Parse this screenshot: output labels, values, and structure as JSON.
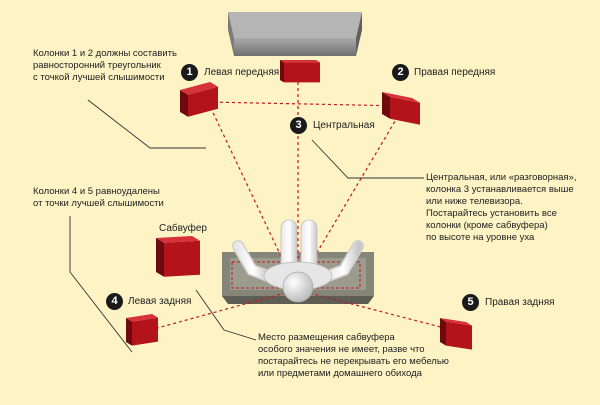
{
  "colors": {
    "background": "#fdf3c4",
    "speaker_front": "#b3141b",
    "speaker_side": "#6e0a0e",
    "speaker_top": "#d7323a",
    "tv": "#8a8a8a",
    "sofa": "#7a7a6c",
    "dashed_line": "#c0181f",
    "leader_line": "#333333"
  },
  "speakers": [
    {
      "number": "1",
      "label": "Левая передняя",
      "icon": "speaker-icon"
    },
    {
      "number": "2",
      "label": "Правая передняя",
      "icon": "speaker-icon"
    },
    {
      "number": "3",
      "label": "Центральная",
      "icon": "speaker-icon"
    },
    {
      "number": "4",
      "label": "Левая задняя",
      "icon": "speaker-icon"
    },
    {
      "number": "5",
      "label": "Правая задняя",
      "icon": "speaker-icon"
    }
  ],
  "subwoofer_label": "Сабвуфер",
  "notes": {
    "front_triangle": [
      "Колонки 1 и 2 должны составить",
      "равносторонний треугольник",
      "с точкой лучшей слышимости"
    ],
    "rear_distance": [
      "Колонки 4 и 5 равноудалены",
      "от точки лучшей слышимости"
    ],
    "center": [
      "Центральная, или «разговорная»,",
      "колонка 3 устанавливается выше",
      "или ниже телевизора.",
      "Постарайтесь установить все",
      "колонки (кроме сабвуфера)",
      "по высоте на уровне уха"
    ],
    "subwoofer": [
      "Место размещения сабвуфера",
      "особого значения не имеет, разве что",
      "постарайтесь не перекрывать его мебелью",
      "или предметами домашнего обихода"
    ]
  }
}
